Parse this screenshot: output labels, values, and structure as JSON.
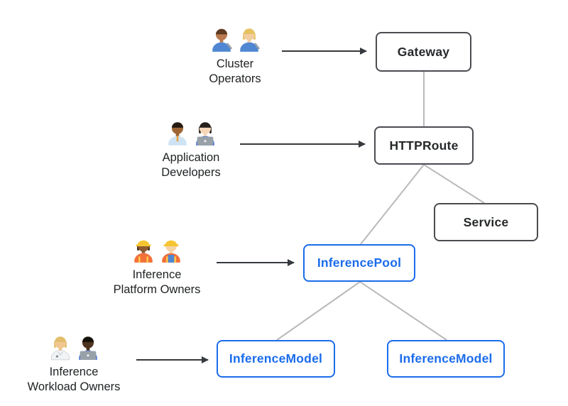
{
  "diagram": {
    "personas": [
      {
        "name": "Cluster Operators",
        "line1": "Cluster",
        "line2": "Operators",
        "icons": [
          "man-mechanic-icon",
          "woman-mechanic-icon"
        ]
      },
      {
        "name": "Application Developers",
        "line1": "Application",
        "line2": "Developers",
        "icons": [
          "man-technologist-icon",
          "woman-technologist-icon"
        ]
      },
      {
        "name": "Inference Platform Owners",
        "line1": "Inference",
        "line2": "Platform Owners",
        "icons": [
          "woman-construction-worker-icon",
          "man-construction-worker-icon"
        ]
      },
      {
        "name": "Inference Workload Owners",
        "line1": "Inference",
        "line2": "Workload Owners",
        "icons": [
          "health-worker-icon",
          "man-technologist-dark-icon"
        ]
      }
    ],
    "nodes": [
      {
        "id": "gateway",
        "label": "Gateway",
        "style": "dark"
      },
      {
        "id": "httproute",
        "label": "HTTPRoute",
        "style": "dark"
      },
      {
        "id": "service",
        "label": "Service",
        "style": "dark"
      },
      {
        "id": "inferencepool",
        "label": "InferencePool",
        "style": "blue"
      },
      {
        "id": "inferencemodel-left",
        "label": "InferenceModel",
        "style": "blue"
      },
      {
        "id": "inferencemodel-right",
        "label": "InferenceModel",
        "style": "blue"
      }
    ],
    "edges": [
      {
        "from": "gateway",
        "to": "httproute",
        "type": "connector"
      },
      {
        "from": "httproute",
        "to": "inferencepool",
        "type": "connector"
      },
      {
        "from": "httproute",
        "to": "service",
        "type": "connector"
      },
      {
        "from": "inferencepool",
        "to": "inferencemodel-left",
        "type": "connector"
      },
      {
        "from": "inferencepool",
        "to": "inferencemodel-right",
        "type": "connector"
      },
      {
        "from": "cluster-operators",
        "to": "gateway",
        "type": "arrow"
      },
      {
        "from": "application-developers",
        "to": "httproute",
        "type": "arrow"
      },
      {
        "from": "inference-platform-owners",
        "to": "inferencepool",
        "type": "arrow"
      },
      {
        "from": "inference-workload-owners",
        "to": "inferencemodel-left",
        "type": "arrow"
      }
    ],
    "colors": {
      "node_border_dark": "#4a4c50",
      "node_text_dark": "#26282a",
      "node_border_blue": "#1b6ceb",
      "node_text_blue": "#1b6ceb",
      "connector_gray": "#bababa",
      "arrow_black": "#36393d",
      "background": "#ffffff"
    }
  }
}
